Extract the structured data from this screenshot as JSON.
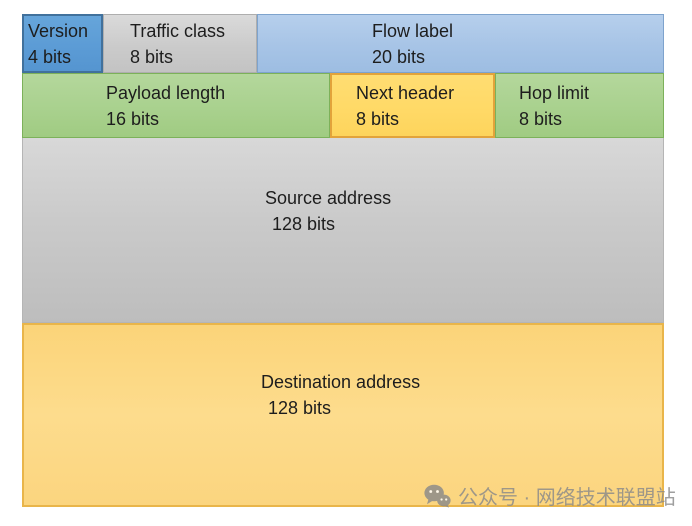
{
  "fields": {
    "version": {
      "label": "Version",
      "bits": "4 bits"
    },
    "traffic_class": {
      "label": "Traffic class",
      "bits": "8 bits"
    },
    "flow_label": {
      "label": "Flow label",
      "bits": "20 bits"
    },
    "payload_length": {
      "label": "Payload length",
      "bits": "16 bits"
    },
    "next_header": {
      "label": "Next header",
      "bits": "8 bits"
    },
    "hop_limit": {
      "label": "Hop limit",
      "bits": "8 bits"
    },
    "source_address": {
      "label": "Source address",
      "bits": "128 bits"
    },
    "destination_address": {
      "label": "Destination address",
      "bits": "128 bits"
    }
  },
  "colors": {
    "version_blue": "#5b9bd5",
    "flow_blue": "#a7c4e6",
    "traffic_gray": "#cbcbcb",
    "field_green": "#a9d18e",
    "field_orange": "#ffd966",
    "orange_border": "#e2a33b",
    "address_gray": "#c8c8c8",
    "address_orange": "#fcd87f",
    "text_dark": "#1d1d1d",
    "watermark_gray": "#8a8a8a"
  },
  "watermark": {
    "text": "公众号 · 网络技术联盟站",
    "icon": "wechat-icon"
  }
}
